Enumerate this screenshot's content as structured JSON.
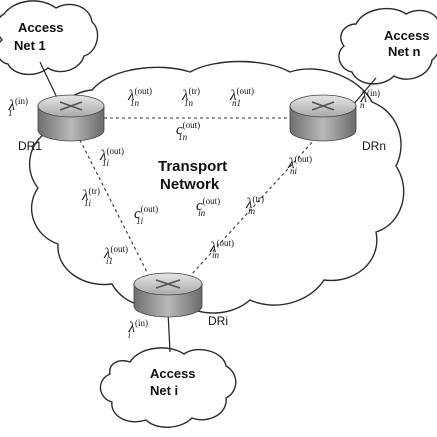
{
  "clouds": {
    "access_net_1": {
      "lines": [
        "Access",
        "Net 1"
      ]
    },
    "access_net_n": {
      "lines": [
        "Access",
        "Net n"
      ]
    },
    "access_net_i": {
      "lines": [
        "Access",
        "Net i"
      ]
    },
    "transport": {
      "lines": [
        "Transport",
        "Network"
      ]
    }
  },
  "routers": {
    "dr1": {
      "label": "DR1"
    },
    "drn": {
      "label": "DRn"
    },
    "dri": {
      "label": "DRi"
    }
  },
  "rates": {
    "lambda_1_in": {
      "sym": "λ",
      "sup": "(in)",
      "sub": "1"
    },
    "lambda_n_in": {
      "sym": "λ",
      "sup": "(in)",
      "sub": "n"
    },
    "lambda_i_in": {
      "sym": "λ",
      "sup": "(in)",
      "sub": "i"
    },
    "lambda_1n_out": {
      "sym": "λ",
      "sup": "(out)",
      "sub": "1n"
    },
    "lambda_1n_tr": {
      "sym": "λ",
      "sup": "(tr)",
      "sub": "1n"
    },
    "lambda_n1_out": {
      "sym": "λ",
      "sup": "(out)",
      "sub": "n1"
    },
    "c_1n_out": {
      "sym": "c",
      "sup": "(out)",
      "sub": "1n"
    },
    "lambda_1i_out": {
      "sym": "λ",
      "sup": "(out)",
      "sub": "1i"
    },
    "lambda_1i_tr": {
      "sym": "λ",
      "sup": "(tr)",
      "sub": "1i"
    },
    "c_1i_out": {
      "sym": "c",
      "sup": "(out)",
      "sub": "1i"
    },
    "lambda_i1_out": {
      "sym": "λ",
      "sup": "(out)",
      "sub": "i1"
    },
    "lambda_ni_out": {
      "sym": "λ",
      "sup": "(out)",
      "sub": "ni"
    },
    "c_in_out": {
      "sym": "c",
      "sup": "(out)",
      "sub": "in"
    },
    "lambda_in_tr": {
      "sym": "λ",
      "sup": "(tr)",
      "sub": "in"
    },
    "lambda_in_out": {
      "sym": "λ",
      "sup": "(out)",
      "sub": "in"
    }
  }
}
